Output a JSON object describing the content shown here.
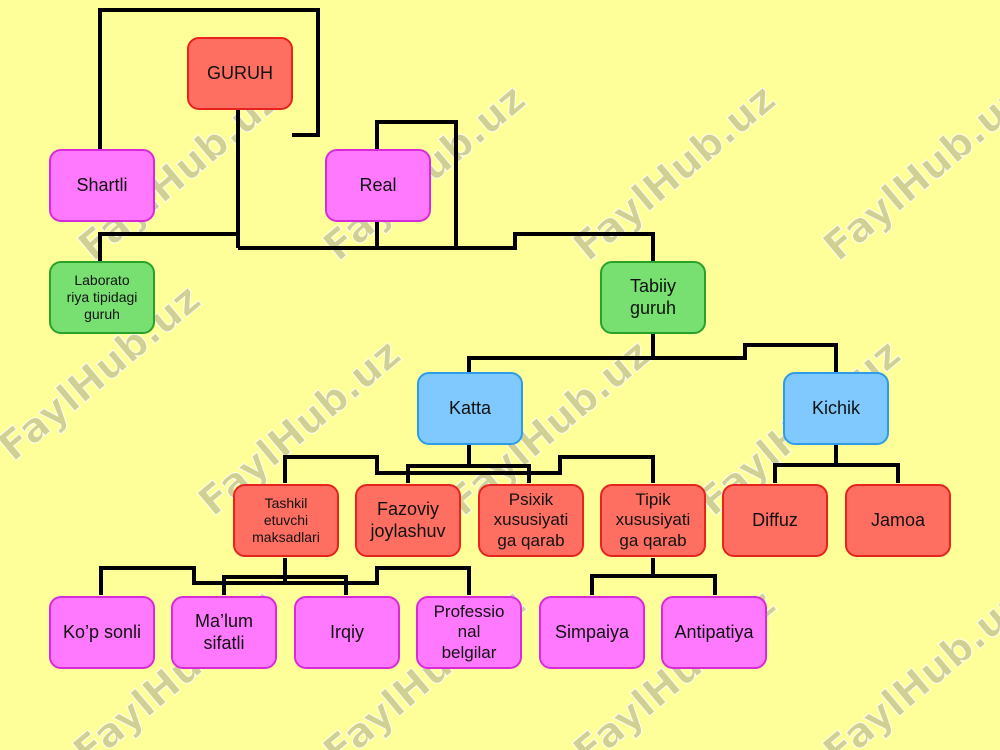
{
  "watermark_text": "FaylHub.uz",
  "colors": {
    "background": "#ffff99",
    "red_node": "#ff6f61",
    "pink_node": "#ff79ff",
    "green_node": "#77e070",
    "blue_node": "#7fc9ff",
    "connector": "#000000"
  },
  "nodes": {
    "guruh": "GURUH",
    "shartli": "Shartli",
    "real": "Real",
    "laboratoriya": "Laborato\nriya tipidagi\nguruh",
    "tabiiy": "Tabiiy\nguruh",
    "katta": "Katta",
    "kichik": "Kichik",
    "tashkil": "Tashkil\netuvchi\nmaksadlari",
    "fazoviy": "Fazoviy\njoylashuv",
    "psixik": "Psixik\nxususiyati\nga qarab",
    "tipik": "Tipik\nxususiyati\nga qarab",
    "diffuz": "Diffuz",
    "jamoa": "Jamoa",
    "kop_sonli": "Ko’p sonli",
    "malum": "Ma’lum\nsifatli",
    "irqiy": "Irqiy",
    "professional": "Professio\nnal\nbelgilar",
    "simpaiya": "Simpaiya",
    "antipatiya": "Antipatiya"
  }
}
